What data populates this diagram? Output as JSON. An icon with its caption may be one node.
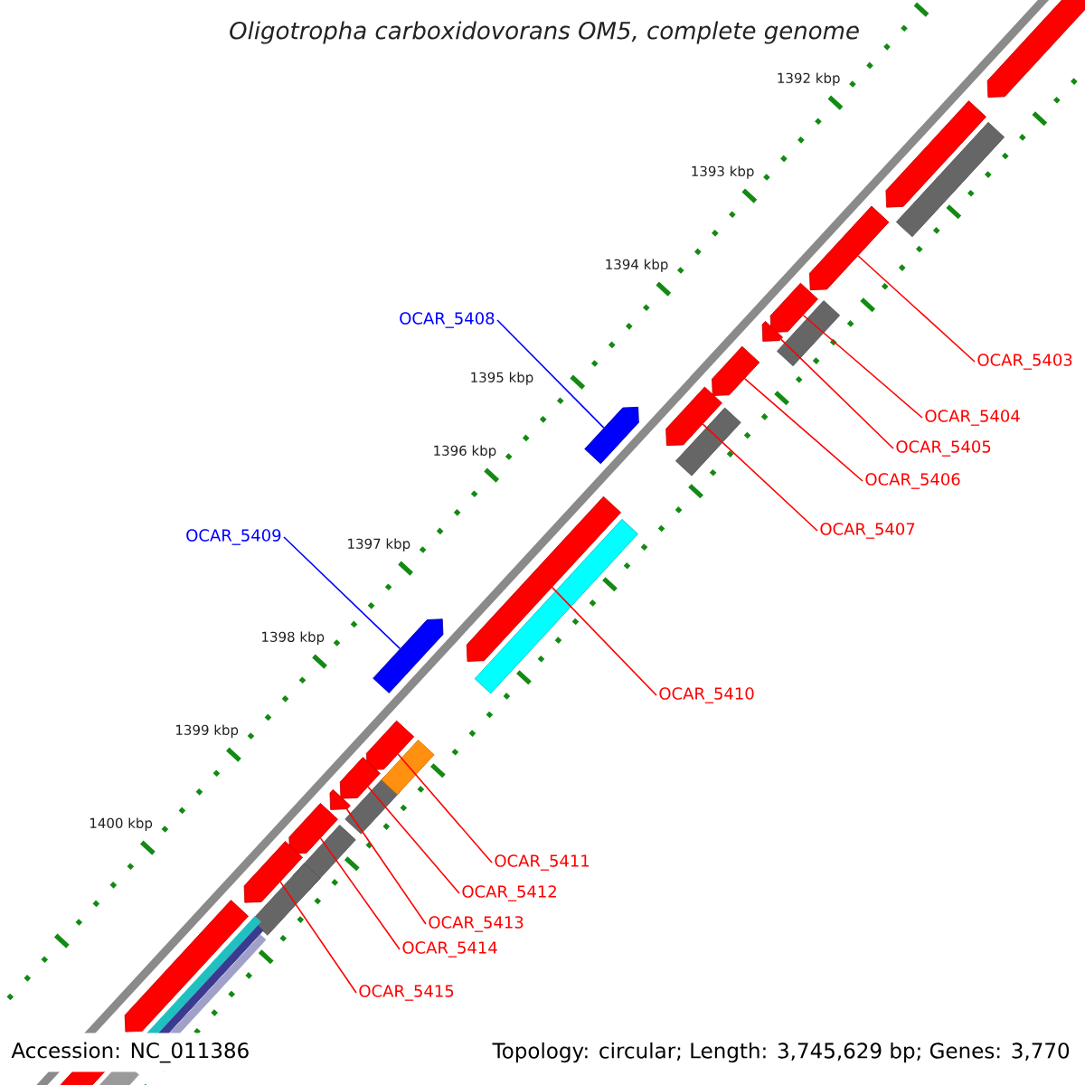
{
  "diagram": {
    "title": "Oligotropha carboxidovorans OM5, complete genome",
    "nodes": [
      {
        "text": [
          "OCAR_5403"
        ]
      },
      {
        "text": [],
        "shape": "bar"
      },
      {
        "text": [
          "OCAR_5404"
        ]
      },
      {
        "text": [],
        "shape": "bar"
      },
      {
        "text": [
          "OCAR_5405"
        ]
      },
      {
        "text": [],
        "shape": "bar"
      },
      {
        "text": [
          "OCAR_5406"
        ]
      },
      {
        "text": [],
        "shape": "bar"
      },
      {
        "text": [
          "OCAR_5407"
        ]
      },
      {
        "text": [],
        "shape": "bar"
      },
      {
        "text": [
          "OCAR_5408"
        ]
      },
      {
        "text": [],
        "shape": "bar"
      },
      {
        "text": [
          "OCAR_5409"
        ]
      },
      {
        "text": [],
        "shape": "bar"
      },
      {
        "text": [
          "OCAR_5410"
        ]
      },
      {
        "text": [],
        "shape": "bar"
      },
      {
        "text": [
          "OCAR_5411"
        ]
      },
      {
        "text": [],
        "shape": "bar"
      },
      {
        "text": [
          "OCAR_5412"
        ]
      },
      {
        "text": [],
        "shape": "bar"
      },
      {
        "text": [
          "OCAR_5413"
        ]
      },
      {
        "text": [],
        "shape": "bar"
      },
      {
        "text": [
          "OCAR_5414"
        ]
      },
      {
        "text": [],
        "shape": "bar"
      },
      {
        "text": [
          "OCAR_5415"
        ]
      },
      {
        "text": [],
        "shape": "bar"
      }
    ],
    "edges": [
      {
        "from": 0,
        "to": 1,
        "arrow": "none"
      },
      {
        "from": 2,
        "to": 3,
        "arrow": "none"
      },
      {
        "from": 4,
        "to": 5,
        "arrow": "none"
      },
      {
        "from": 6,
        "to": 7,
        "arrow": "none"
      },
      {
        "from": 8,
        "to": 9,
        "arrow": "none"
      },
      {
        "from": 10,
        "to": 11,
        "arrow": "none",
        "color": "#0000ff"
      },
      {
        "from": 12,
        "to": 13,
        "arrow": "none",
        "color": "#0000ff"
      },
      {
        "from": 14,
        "to": 15,
        "arrow": "none"
      },
      {
        "from": 16,
        "to": 17,
        "arrow": "none"
      },
      {
        "from": 18,
        "to": 19,
        "arrow": "none"
      },
      {
        "from": 20,
        "to": 21,
        "arrow": "none"
      },
      {
        "from": 22,
        "to": 23,
        "arrow": "none"
      },
      {
        "from": 24,
        "to": 25,
        "arrow": "none"
      }
    ],
    "labels": [
      "1392 kbp",
      "1393 kbp",
      "1394 kbp",
      "1395 kbp",
      "1396 kbp",
      "1397 kbp",
      "1398 kbp",
      "1399 kbp",
      "1400 kbp",
      "Accession: NC_011386",
      "Topology: circular; Length: 3,745,629 bp; Genes: 3,770"
    ]
  }
}
